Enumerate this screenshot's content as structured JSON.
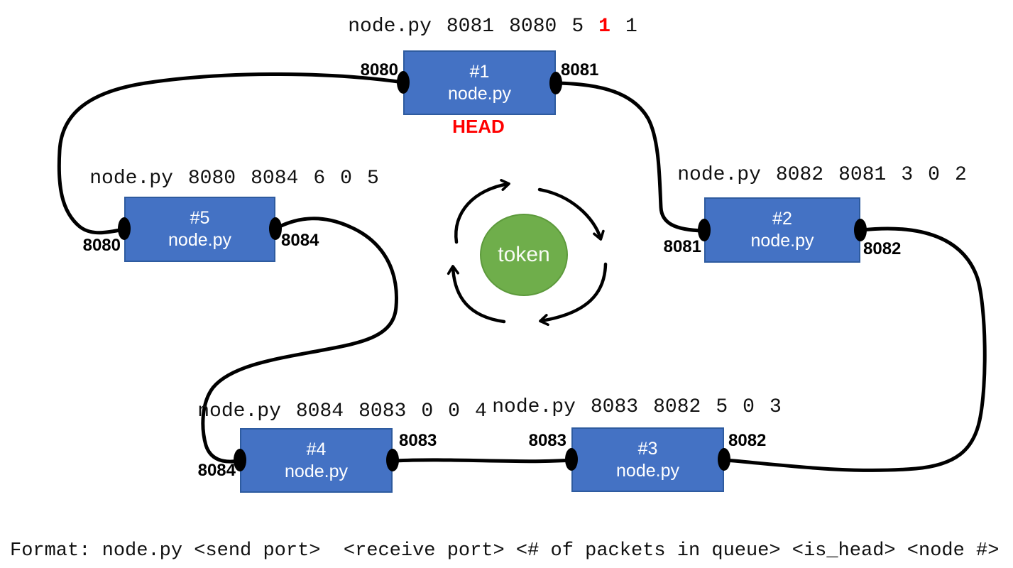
{
  "nodes": [
    {
      "title": "#1",
      "subtitle": "node.py",
      "cmd": [
        "node.py",
        "8081",
        "8080",
        "5",
        "1",
        "1"
      ],
      "left_port": "8080",
      "right_port": "8081",
      "is_head": true,
      "head_label": "HEAD"
    },
    {
      "title": "#2",
      "subtitle": "node.py",
      "cmd": [
        "node.py",
        "8082",
        "8081",
        "3",
        "0",
        "2"
      ],
      "left_port": "8081",
      "right_port": "8082",
      "is_head": false
    },
    {
      "title": "#3",
      "subtitle": "node.py",
      "cmd": [
        "node.py",
        "8083",
        "8082",
        "5",
        "0",
        "3"
      ],
      "left_port": "8083",
      "right_port": "8082",
      "is_head": false
    },
    {
      "title": "#4",
      "subtitle": "node.py",
      "cmd": [
        "node.py",
        "8084",
        "8083",
        "0",
        "0",
        "4"
      ],
      "left_port": "8084",
      "right_port": "8083",
      "is_head": false
    },
    {
      "title": "#5",
      "subtitle": "node.py",
      "cmd": [
        "node.py",
        "8080",
        "8084",
        "6",
        "0",
        "5"
      ],
      "left_port": "8080",
      "right_port": "8084",
      "is_head": false
    }
  ],
  "center": {
    "token_label": "token",
    "rotation": "clockwise"
  },
  "footer": {
    "format_line": "Format: node.py <send port>  <receive port> <# of packets in queue> <is_head> <node #>"
  },
  "colors": {
    "node_fill": "#4472c4",
    "node_border": "#2e5b9f",
    "node_text": "#ffffff",
    "wire": "#000000",
    "token_fill": "#6fae4b",
    "token_border": "#5d9a3c",
    "head_red": "#ff0000"
  }
}
